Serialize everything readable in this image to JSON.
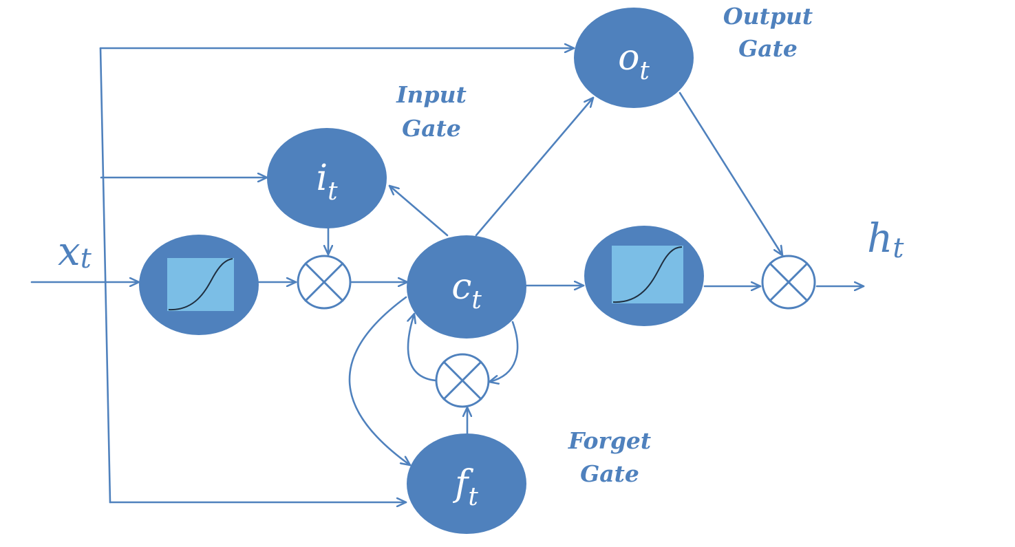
{
  "colors": {
    "node_fill": "#4f81bd",
    "edge": "#4f81bd",
    "label_text": "#4f81bd",
    "sigmoid_box": "#7bbee6",
    "multiply_symbol": "#4f81bd",
    "io_text": "#4f81bd"
  },
  "nodes": {
    "output_gate": {
      "var": "o",
      "sub": "t"
    },
    "input_gate": {
      "var": "i",
      "sub": "t"
    },
    "cell": {
      "var": "c",
      "sub": "t"
    },
    "forget_gate": {
      "var": "f",
      "sub": "t"
    }
  },
  "io": {
    "input": {
      "var": "x",
      "sub": "t"
    },
    "output": {
      "var": "h",
      "sub": "t"
    }
  },
  "labels": {
    "output_gate": [
      "Output",
      "Gate"
    ],
    "input_gate": [
      "Input",
      "Gate"
    ],
    "forget_gate": [
      "Forget",
      "Gate"
    ]
  },
  "icons": {
    "multiply": "circle-times-icon",
    "activation": "sigmoid-icon"
  }
}
